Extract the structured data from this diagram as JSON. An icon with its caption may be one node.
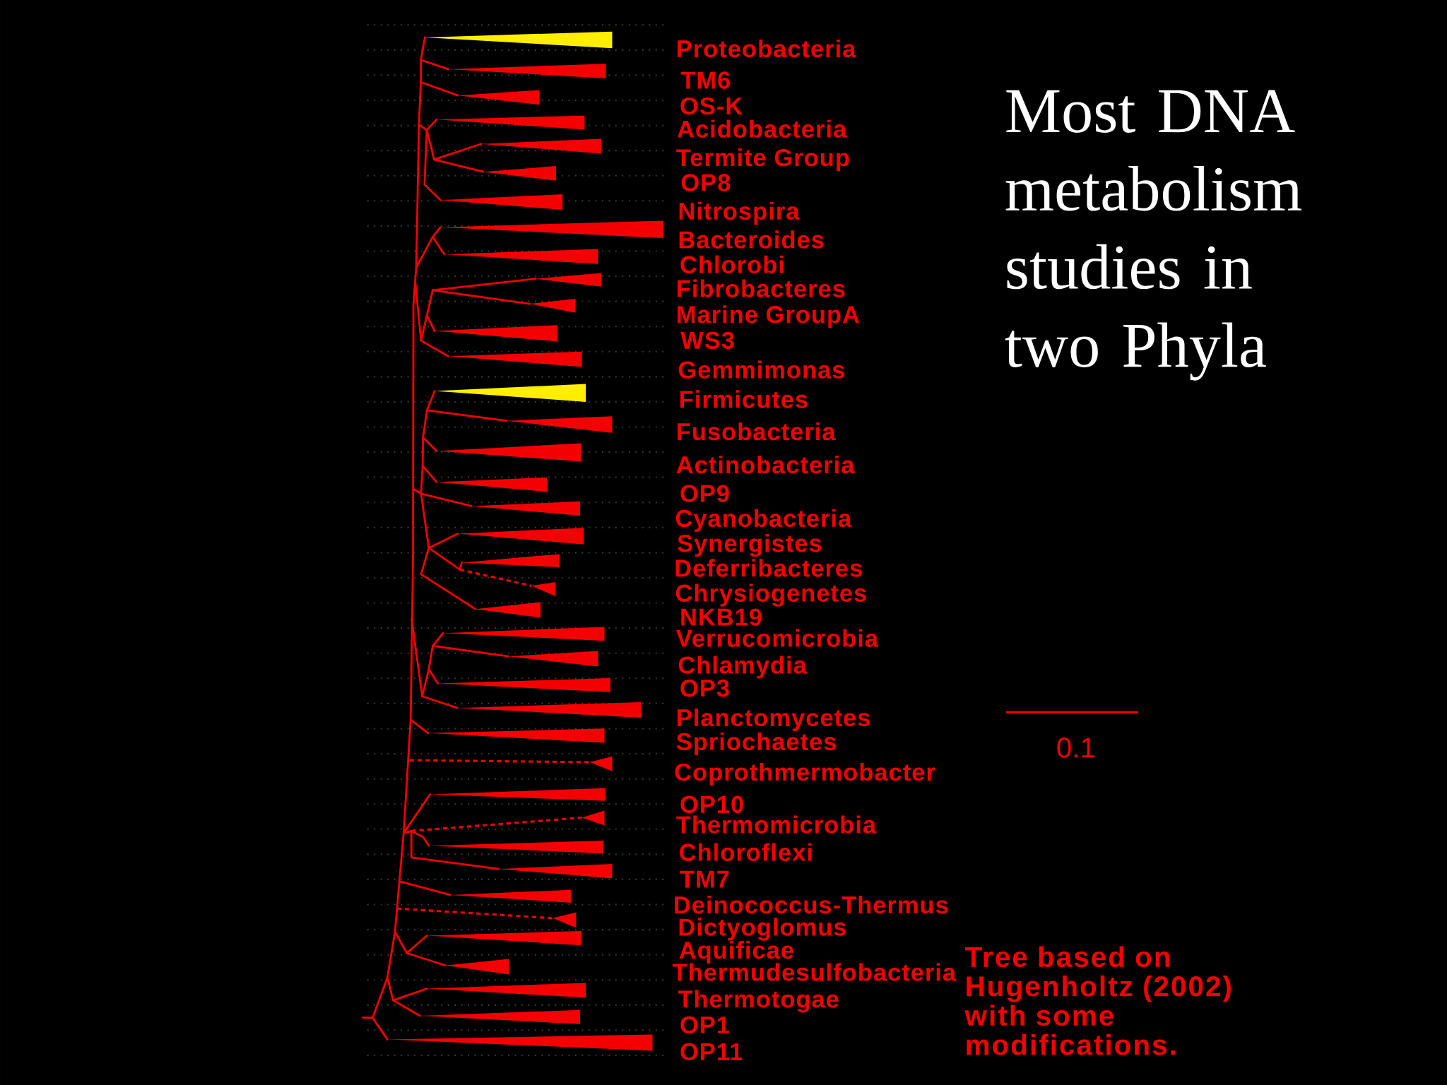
{
  "diagram": {
    "title": "Most DNA metabolism studies in two Phyla",
    "caption": "Tree based on Hugenholtz (2002) with some modifications.",
    "labels": [
      "Proteobacteria",
      "TM6",
      "OS-K",
      "Acidobacteria",
      "Termite Group",
      "OP8",
      "Nitrospira",
      "Bacteroides",
      "Chlorobi",
      "Fibrobacteres",
      "Marine GroupA",
      "WS3",
      "Gemmimonas",
      "Firmicutes",
      "Fusobacteria",
      "Actinobacteria",
      "OP9",
      "Cyanobacteria",
      "Synergistes",
      "Deferribacteres",
      "Chrysiogenetes",
      "NKB19",
      "Verrucomicrobia",
      "Chlamydia",
      "OP3",
      "Planctomycetes",
      "Spriochaetes",
      "Coprothmermobacter",
      "OP10",
      "Thermomicrobia",
      "Chloroflexi",
      "TM7",
      "Deinococcus-Thermus",
      "Dictyoglomus",
      "Aquificae",
      "Thermudesulfobacteria",
      "Thermotogae",
      "OP1",
      "OP11",
      "0.1"
    ]
  }
}
